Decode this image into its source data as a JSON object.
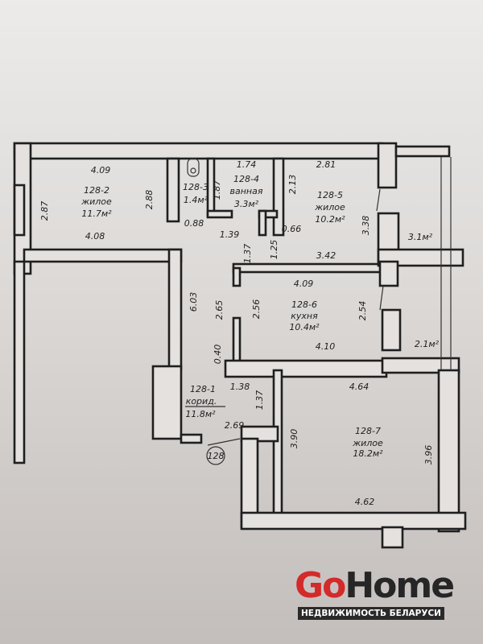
{
  "plan": {
    "apartment_number": "128",
    "rooms": [
      {
        "id": "128-1",
        "type": "корид.",
        "area": "11.8м²",
        "dims": [
          "6.03",
          "2.65",
          "0.40",
          "1.38",
          "2.69",
          "1.37"
        ]
      },
      {
        "id": "128-2",
        "type": "жилое",
        "area": "11.7м²",
        "dims": [
          "4.09",
          "2.87",
          "2.88",
          "4.08"
        ]
      },
      {
        "id": "128-3",
        "type": "",
        "area": "1.4м²",
        "dims": [
          "0.88",
          "1.87"
        ]
      },
      {
        "id": "128-4",
        "type": "ванная",
        "area": "3.3м²",
        "dims": [
          "1.74",
          "2.13",
          "1.39",
          "0.66",
          "1.25",
          "1.37"
        ]
      },
      {
        "id": "128-5",
        "type": "жилое",
        "area": "10.2м²",
        "dims": [
          "2.81",
          "3.38",
          "3.42"
        ]
      },
      {
        "id": "128-6",
        "type": "кухня",
        "area": "10.4м²",
        "dims": [
          "4.09",
          "2.56",
          "2.54",
          "4.10"
        ]
      },
      {
        "id": "128-7",
        "type": "жилое",
        "area": "18.2м²",
        "dims": [
          "4.64",
          "3.90",
          "3.96",
          "4.62"
        ]
      }
    ],
    "balconies": [
      {
        "area": "3.1м²"
      },
      {
        "area": "2.1м²"
      }
    ]
  },
  "logo": {
    "go": "Go",
    "home": "Home",
    "tagline": "НЕДВИЖИМОСТЬ БЕЛАРУСИ",
    "brand_color": "#d32a2a"
  }
}
